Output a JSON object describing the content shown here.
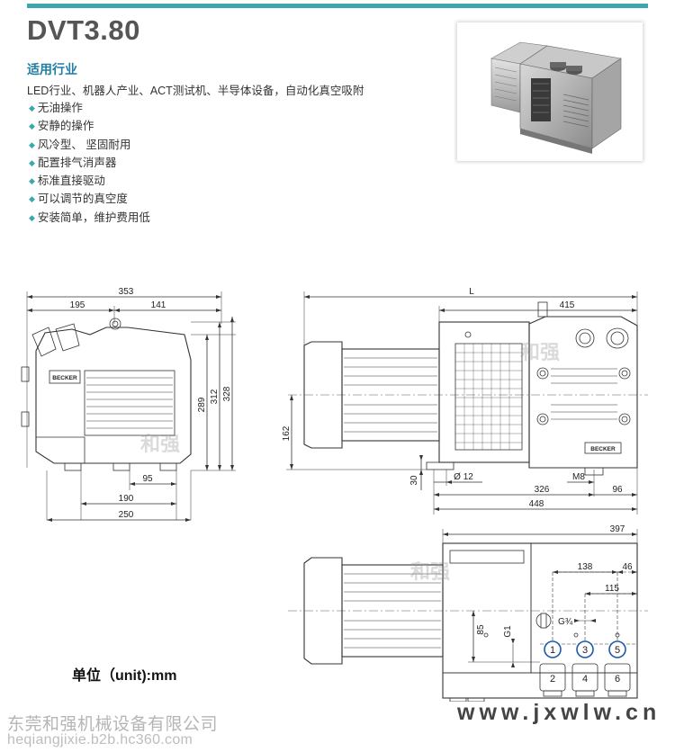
{
  "header": {
    "model": "DVT3.80"
  },
  "industry": {
    "title": "适用行业",
    "text": "LED行业、机器人产业、ACT测试机、半导体设备，自动化真空吸附"
  },
  "features": [
    "无油操作",
    "安静的操作",
    "风冷型、 坚固耐用",
    "配置排气消声器",
    "标准直接驱动",
    "可以调节的真空度",
    "安装简单，维护费用低"
  ],
  "bullet_glyph": "◆",
  "colors": {
    "accent": "#3aa8ad",
    "title_blue": "#1f7ea2",
    "line": "#333333"
  },
  "drawing": {
    "side": {
      "d353": "353",
      "d195": "195",
      "d141": "141",
      "d289": "289",
      "d312": "312",
      "d328": "328",
      "d95": "95",
      "d190": "190",
      "d250": "250"
    },
    "front": {
      "dL": "L",
      "d415": "415",
      "d162": "162",
      "d30": "30",
      "phi12": "Ø 12",
      "d326": "326",
      "m8": "M8",
      "d96": "96",
      "d448": "448"
    },
    "top": {
      "d397": "397",
      "d138": "138",
      "d46": "46",
      "d115": "115",
      "d85": "85",
      "g1": "G1",
      "g34": "G¾",
      "ports": [
        "1",
        "3",
        "5",
        "2",
        "4",
        "6"
      ]
    },
    "brand_plate": "BECKER"
  },
  "unit_label": "单位（unit):mm",
  "footer": {
    "company": "东莞和强机械设备有限公司",
    "url": "heqiangjixie.b2b.hc360.com",
    "site": "www.jxwlw.cn"
  },
  "watermark_text": "和强"
}
